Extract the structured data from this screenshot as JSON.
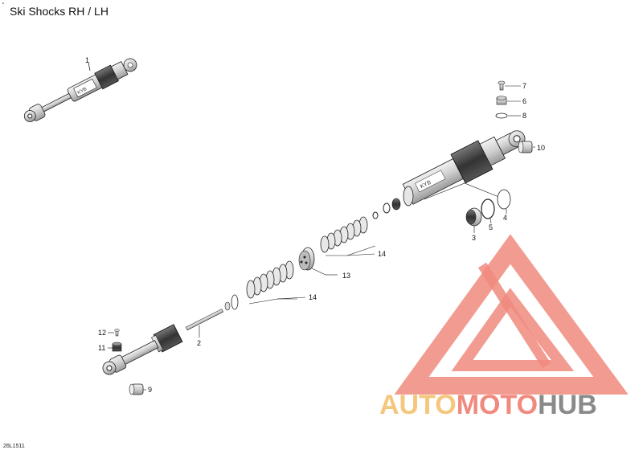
{
  "header": {
    "title": "Ski Shocks RH / LH",
    "tick": "'"
  },
  "footer": {
    "drawing_code": "26L1511"
  },
  "callouts": {
    "c1": "1",
    "c2": "2",
    "c3": "3",
    "c4": "4",
    "c5": "5",
    "c6": "6",
    "c7": "7",
    "c8": "8",
    "c9": "9",
    "c10": "10",
    "c11": "11",
    "c12": "12",
    "c13": "13",
    "c14a": "14",
    "c14b": "14"
  },
  "watermark": {
    "part1": "AUTO",
    "part2": "MOTO",
    "part3": "HUB",
    "color_orange": "#f5c77e",
    "color_red": "#f08a7e",
    "color_gray": "#8a8a8a"
  }
}
